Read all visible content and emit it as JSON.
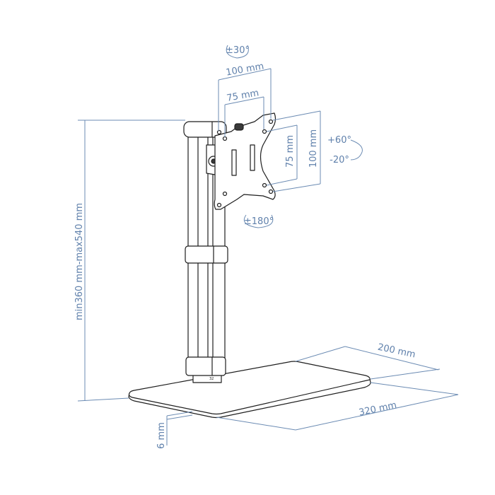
{
  "diagram": {
    "height_range": "min360 mm-max540 mm",
    "vesa_width_large": "100 mm",
    "vesa_width_small": "75 mm",
    "vesa_height_small": "75 mm",
    "vesa_height_large": "100 mm",
    "swivel": "±30°",
    "tilt_up": "+60°",
    "tilt_down": "-20°",
    "rotation": "±180°",
    "base_depth": "200 mm",
    "base_width": "320 mm",
    "base_thickness": "6 mm",
    "column_mark": "32"
  },
  "colors": {
    "dimension": "#6b8bb3",
    "outline": "#1e1e1e"
  }
}
